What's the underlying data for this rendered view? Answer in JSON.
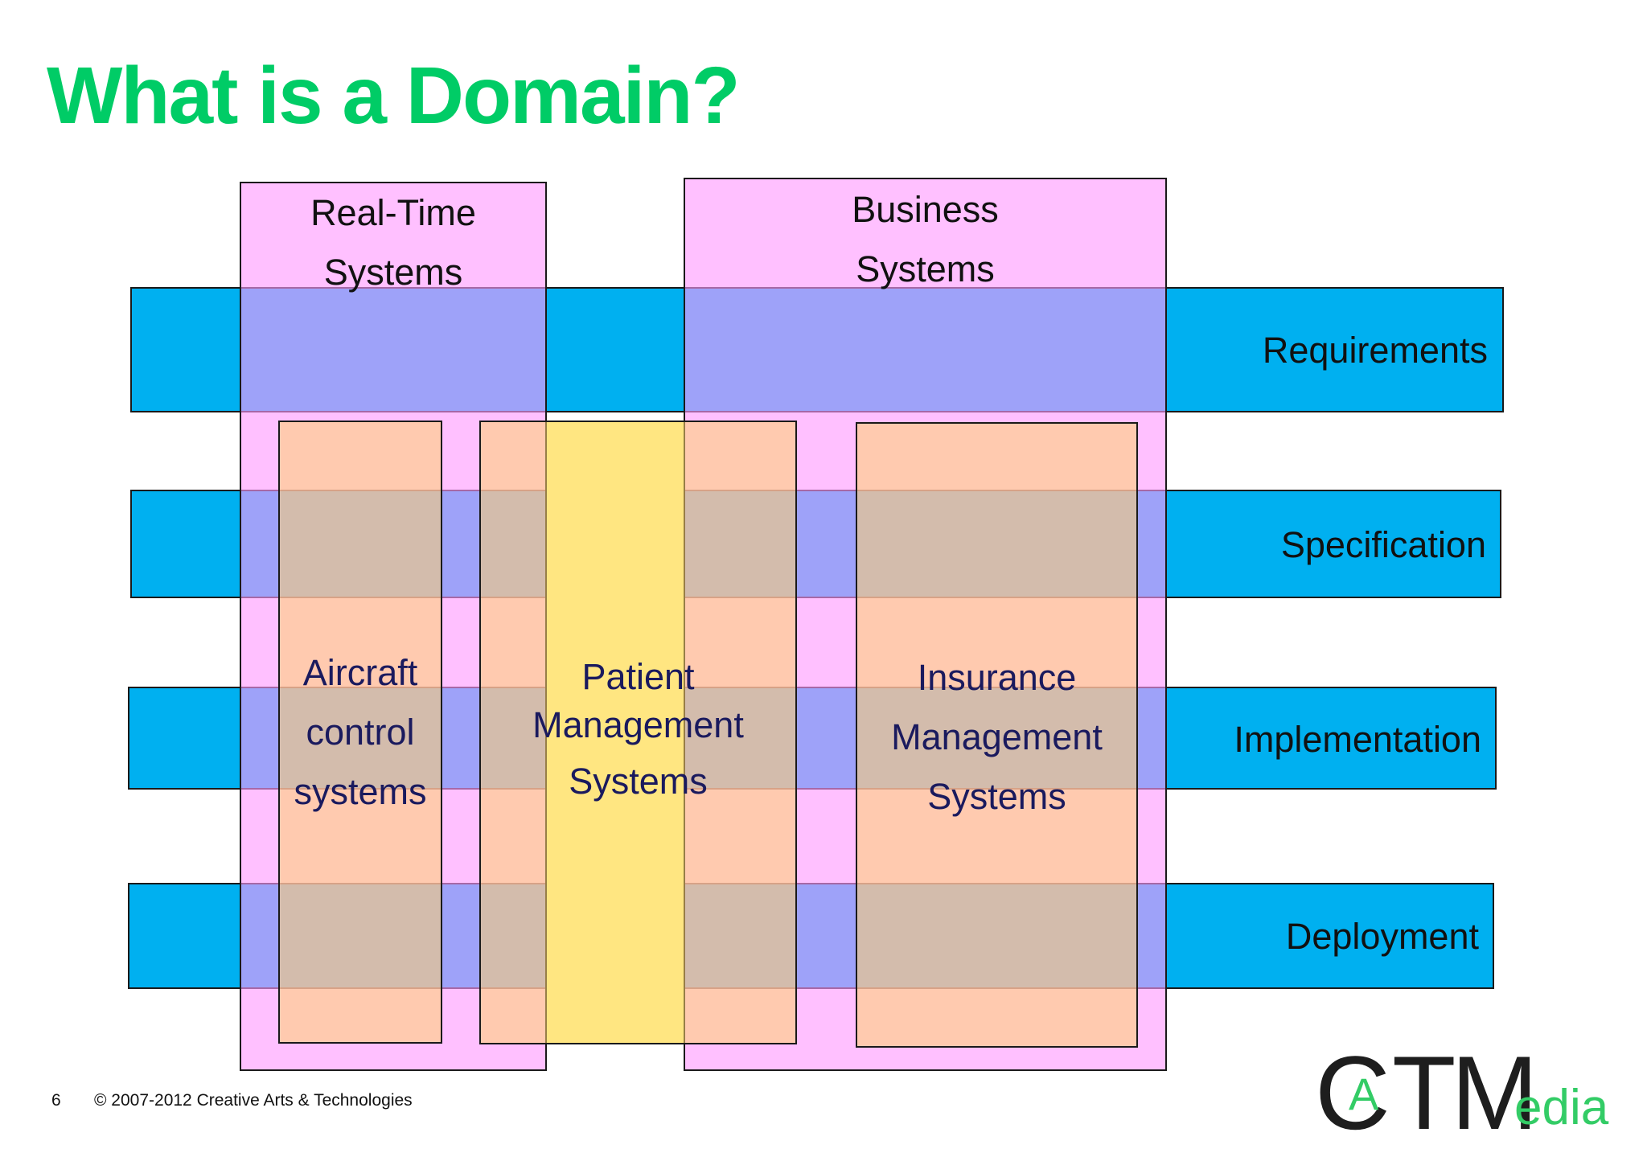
{
  "slide": {
    "title": "What is a Domain?",
    "page_number": "6",
    "copyright": "© 2007-2012  Creative Arts & Technologies"
  },
  "logo": {
    "name": "CATMedia",
    "parts": {
      "c": "C",
      "a": "A",
      "tm": "TM",
      "edia": "edia"
    }
  },
  "phases": [
    "Requirements",
    "Specification",
    "Implementation",
    "Deployment"
  ],
  "system_categories": [
    {
      "line1": "Real-Time",
      "line2": "Systems"
    },
    {
      "line1": "Business",
      "line2": "Systems"
    }
  ],
  "domains": [
    {
      "lines": [
        "Aircraft",
        "control",
        "systems"
      ]
    },
    {
      "lines": [
        "Patient",
        "Management",
        "Systems"
      ]
    },
    {
      "lines": [
        "Insurance",
        "Management",
        "Systems"
      ]
    }
  ],
  "colors": {
    "title": "#00cc66",
    "phase_band": "#00b0f0",
    "system_column": "#ff99ff",
    "domain_box": "#ffd26e",
    "overlap_yellow": "#ffff99",
    "domain_text": "#1a1a5e"
  }
}
